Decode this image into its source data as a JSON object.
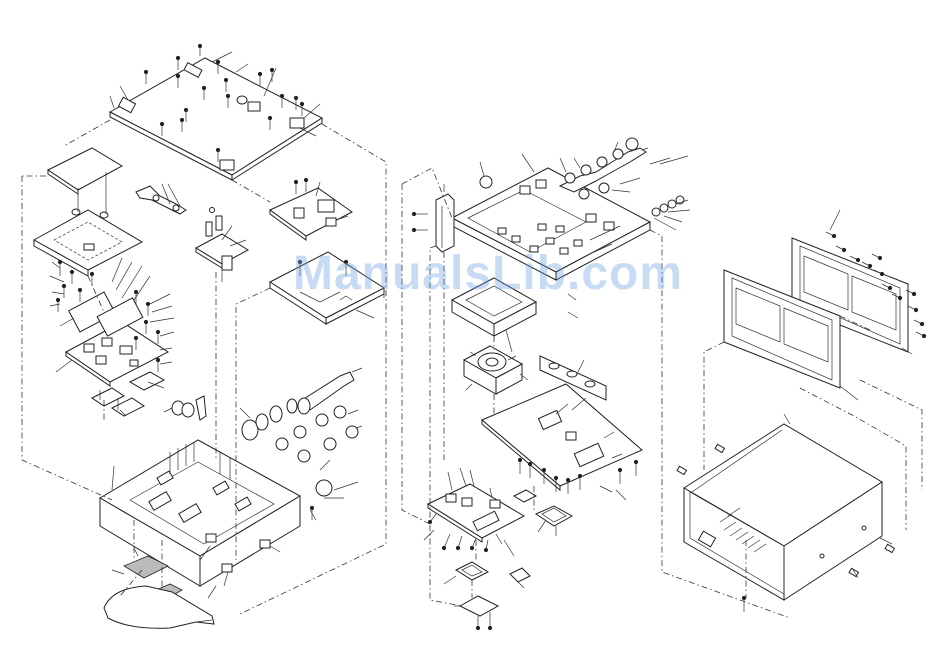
{
  "watermark": {
    "text": "ManualsLib.com"
  },
  "diagram": {
    "groups": [
      "left-assembly",
      "center-assembly",
      "right-enclosure"
    ]
  }
}
